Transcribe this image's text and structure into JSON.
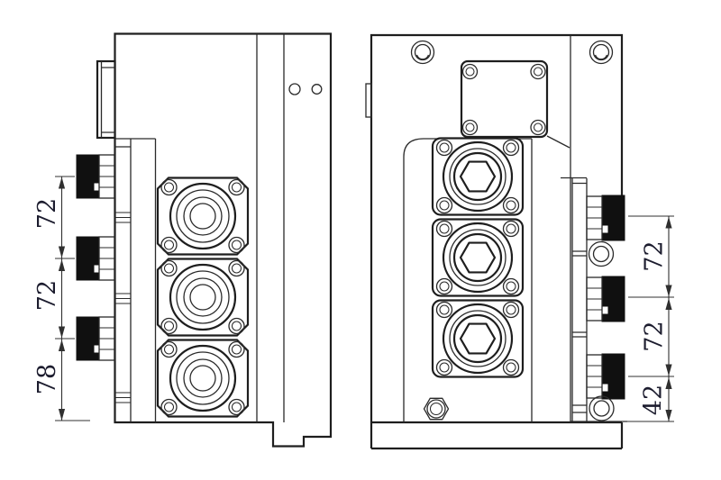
{
  "colors": {
    "background": "#ffffff",
    "line": "#1e1e1e",
    "connector_fill": "#101010",
    "dimension_text": "#1c1c2e"
  },
  "views": {
    "left": {
      "dims": [
        {
          "label": "72"
        },
        {
          "label": "72"
        },
        {
          "label": "78"
        }
      ]
    },
    "right": {
      "dims": [
        {
          "label": "72"
        },
        {
          "label": "72"
        },
        {
          "label": "42"
        }
      ]
    }
  }
}
